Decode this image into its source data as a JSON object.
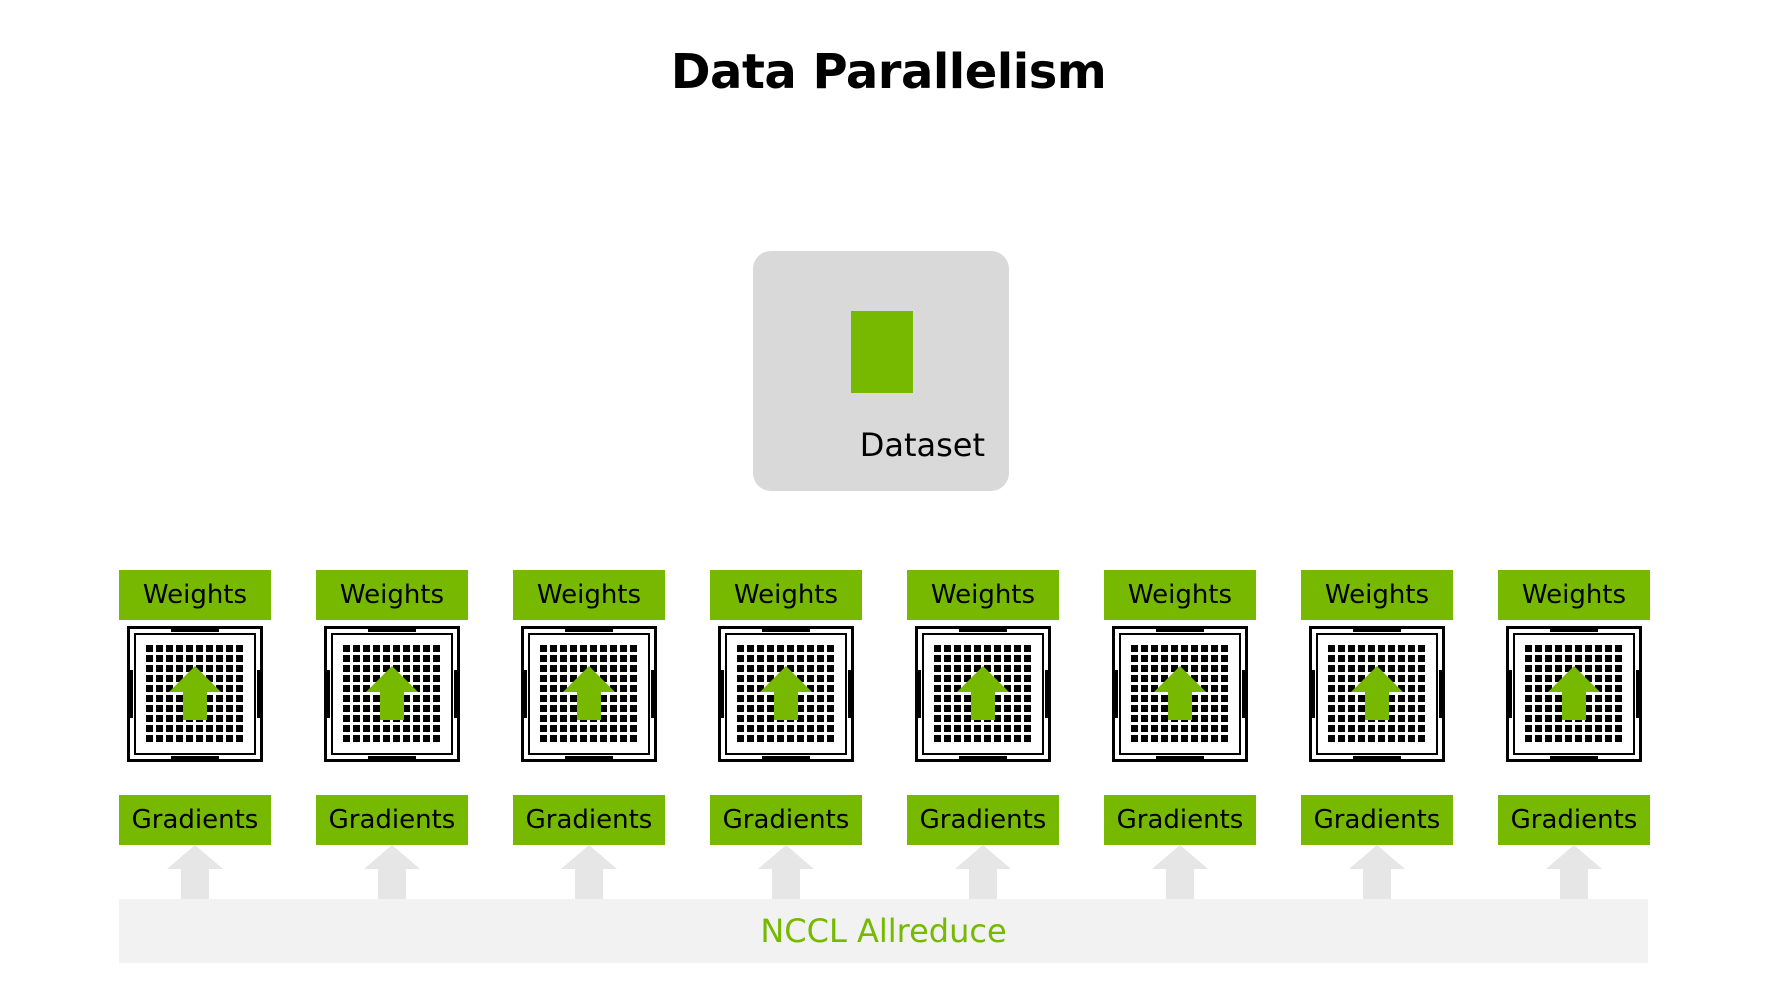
{
  "title": "Data Parallelism",
  "dataset": {
    "label": "Dataset"
  },
  "gpus": [
    {
      "weights_label": "Weights",
      "gradients_label": "Gradients"
    },
    {
      "weights_label": "Weights",
      "gradients_label": "Gradients"
    },
    {
      "weights_label": "Weights",
      "gradients_label": "Gradients"
    },
    {
      "weights_label": "Weights",
      "gradients_label": "Gradients"
    },
    {
      "weights_label": "Weights",
      "gradients_label": "Gradients"
    },
    {
      "weights_label": "Weights",
      "gradients_label": "Gradients"
    },
    {
      "weights_label": "Weights",
      "gradients_label": "Gradients"
    },
    {
      "weights_label": "Weights",
      "gradients_label": "Gradients"
    }
  ],
  "allreduce": {
    "label": "NCCL Allreduce"
  },
  "colors": {
    "accent_green": "#76b900",
    "dataset_box": "#d9d9d9",
    "allreduce_bar": "#f2f2f2",
    "arrow_gray": "#e6e6e6"
  },
  "icons": {
    "gpu": "gpu-chip-icon",
    "gpu_overlay": "green-up-arrow-icon",
    "gradient_flow": "gray-up-arrow-icon"
  }
}
